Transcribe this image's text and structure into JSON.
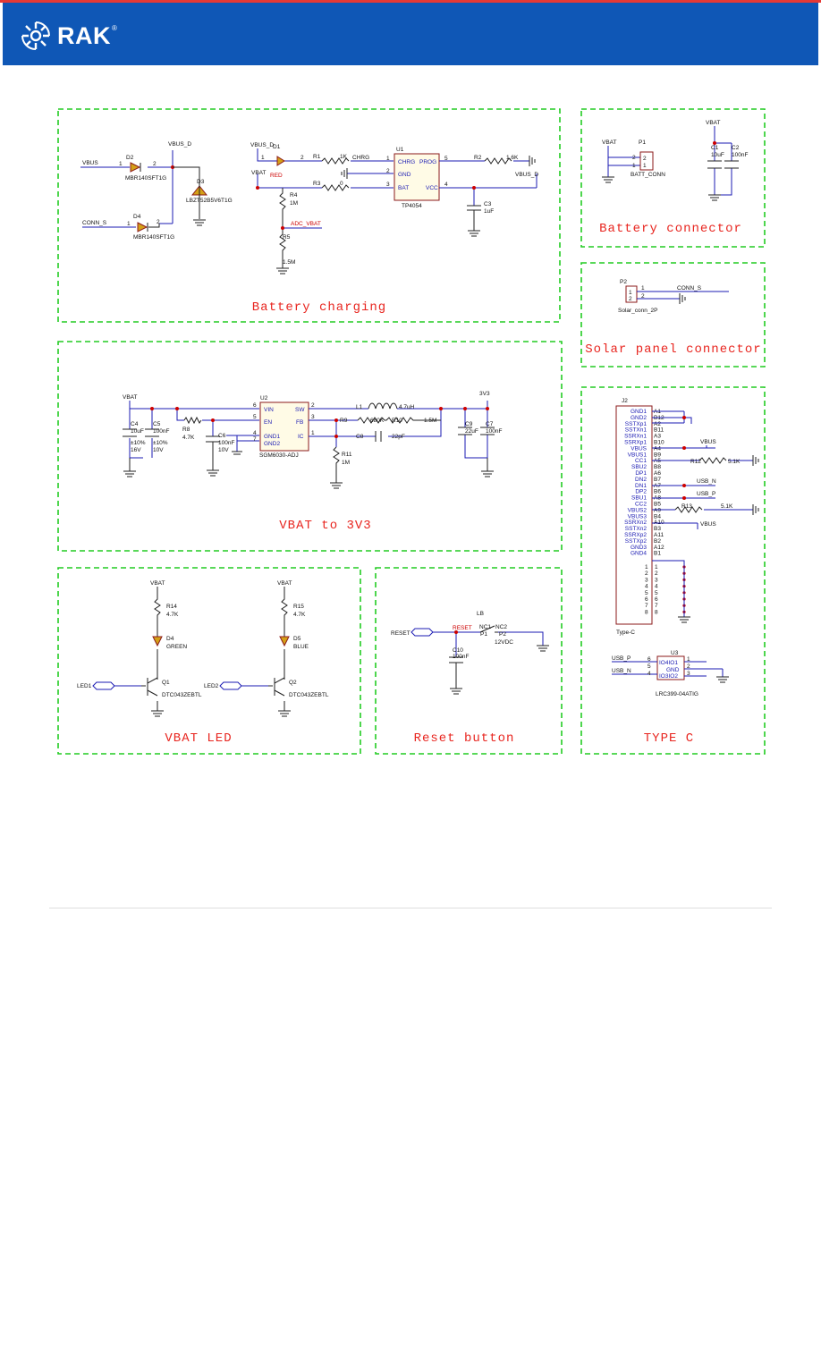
{
  "header": {
    "brand": "RAK",
    "reg": "®",
    "bg_color": "#0f57b6",
    "accent_color": "#e53935"
  },
  "colors": {
    "frame": "#22cc22",
    "title": "#e8251f",
    "wire": "#1b1bb3",
    "net": "#cc0000",
    "part": "#d4a017"
  },
  "sections": {
    "battery_charging": "Battery charging",
    "battery_connector": "Battery connector",
    "solar": "Solar panel connector",
    "vbat3v3": "VBAT to 3V3",
    "vbat_led": "VBAT LED",
    "reset": "Reset button",
    "typec": "TYPE C"
  },
  "bc": {
    "vbus": "VBUS",
    "vbus_d": "VBUS_D",
    "d2": "D2",
    "d2p": "MBR140SFT1G",
    "d3": "D3",
    "d3p": "LBZT52B5V6T1G",
    "conn_s": "CONN_S",
    "d4": "D4",
    "d4p": "MBR140SFT1G",
    "vbus_d1": "VBUS_D",
    "d1": "D1",
    "red": "RED",
    "r1": "R1",
    "r1v": "1K",
    "chrg": "CHRG",
    "u1": "U1",
    "chrg_pin": "CHRG",
    "prog": "PROG",
    "gnd": "GND",
    "bat": "BAT",
    "vcc": "VCC",
    "tp": "TP4054",
    "r2": "R2",
    "r2v": "1.6K",
    "vbat": "VBAT",
    "r3": "R3",
    "r3v": "0",
    "vbus_d2": "VBUS_D",
    "r4": "R4",
    "r4v": "1M",
    "adc": "ADC_VBAT",
    "r5": "R5",
    "r5v": "1.5M",
    "c3": "C3",
    "c3v": "1uF"
  },
  "bcon": {
    "vbat": "VBAT",
    "p1": "P1",
    "batt": "BATT_CONN",
    "vbat2": "VBAT",
    "c1": "C1",
    "c1v": "10uF",
    "c2": "C2",
    "c2v": "100nF"
  },
  "solar": {
    "p2": "P2",
    "net": "CONN_S",
    "part": "Solar_conn_2P"
  },
  "v33": {
    "vbat": "VBAT",
    "u2": "U2",
    "vin": "VIN",
    "sw": "SW",
    "en": "EN",
    "fb": "FB",
    "gnd1": "GND1",
    "gnd2": "GND2",
    "ic": "IC",
    "part": "SGM6030-ADJ",
    "c4": "C4",
    "c4v": "10uF",
    "c4t": "±10%",
    "c4r": "16V",
    "c5": "C5",
    "c5v": "100nF",
    "c5t": "±10%",
    "c5r": "10V",
    "r8": "R8",
    "r8v": "4.7K",
    "c6": "C6",
    "c6v": "100nF",
    "c6r": "10V",
    "l1": "L1",
    "l1v": "4.7uH",
    "r9": "R9",
    "r9v": "680K",
    "r10": "R10",
    "r10v": "1.5M",
    "c8": "C8",
    "c8v": "22pF",
    "r11": "R11",
    "r11v": "1M",
    "v3v3": "3V3",
    "c9": "C9",
    "c9v": "22uF",
    "c7": "C7",
    "c7v": "100nF"
  },
  "led": {
    "vbat1": "VBAT",
    "r14": "R14",
    "r14v": "4.7K",
    "d4": "D4",
    "d4c": "GREEN",
    "led1": "LED1",
    "q1": "Q1",
    "q1p": "DTC043ZEBTL",
    "vbat2": "VBAT",
    "r15": "R15",
    "r15v": "4.7K",
    "d5": "D5",
    "d5c": "BLUE",
    "led2": "LED2",
    "q2": "Q2",
    "q2p": "DTC043ZEBTL"
  },
  "rst": {
    "reset": "RESET",
    "reset2": "RESET",
    "s": "LB",
    "nc1": "NC1",
    "nc2": "NC2",
    "p1": "P1",
    "p2": "P2",
    "v": "12VDC",
    "c10": "C10",
    "c10v": "100nF"
  },
  "tc": {
    "j2": "J2",
    "type": "Type-C",
    "vbus": "VBUS",
    "r12": "R12",
    "r12v": "5.1K",
    "usbn": "USB_N",
    "usbp": "USB_P",
    "r13": "R13",
    "r13v": "5.1K",
    "vbus2": "VBUS",
    "pins": [
      "GND1",
      "GND2",
      "SSTXp1",
      "SSTXn1",
      "SSRXn1",
      "SSRXp1",
      "VBUS",
      "VBUS1",
      "CC1",
      "SBU2",
      "DP1",
      "DN2",
      "DN1",
      "DP2",
      "SBU1",
      "CC2",
      "VBUS2",
      "VBUS3",
      "SSRXn2",
      "SSTXn2",
      "SSRXp2",
      "SSTXp2",
      "GND3",
      "GND4"
    ],
    "pinnums": [
      "A1",
      "B12",
      "A2",
      "B11",
      "A3",
      "B10",
      "A4",
      "B9",
      "A5",
      "B8",
      "A6",
      "B7",
      "A7",
      "B6",
      "A8",
      "B5",
      "A9",
      "B4",
      "A10",
      "B3",
      "A11",
      "B2",
      "A12",
      "B1"
    ],
    "extra": [
      "1",
      "2",
      "3",
      "4",
      "5",
      "6",
      "7",
      "8"
    ],
    "extra2": [
      "1",
      "2",
      "3",
      "4",
      "5",
      "6",
      "7",
      "8"
    ],
    "u3": "U3",
    "u3p": "LRC399-04ATIG",
    "u3p1": "IO4IO1",
    "u3p2": "GND",
    "u3p3": "IO3IO2",
    "usbp2": "USB_P",
    "usbn2": "USB_N"
  }
}
